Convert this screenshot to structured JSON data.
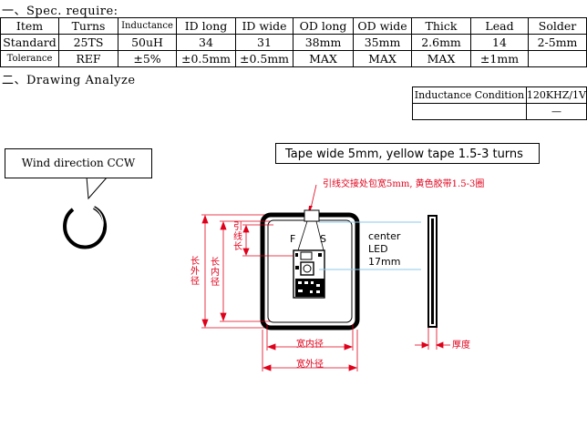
{
  "section1": "一、Spec. require:",
  "section2": "二、Drawing Analyze",
  "spec_table": {
    "headers": [
      "Item",
      "Turns",
      "Inductance",
      "ID long",
      "ID wide",
      "OD long",
      "OD wide",
      "Thick",
      "Lead",
      "Solder"
    ],
    "standard": [
      "Standard",
      "25TS",
      "50uH",
      "34",
      "31",
      "38mm",
      "35mm",
      "2.6mm",
      "14",
      "2-5mm"
    ],
    "tolerance": [
      "Tolerance",
      "REF",
      "±5%",
      "±0.5mm",
      "±0.5mm",
      "MAX",
      "MAX",
      "MAX",
      "±1mm",
      ""
    ]
  },
  "condition_table": {
    "label": "Inductance Condition",
    "value": "120KHZ/1V",
    "second_value": "—"
  },
  "drawing": {
    "wind_direction": "Wind direction CCW",
    "tape_note": "Tape wide 5mm, yellow tape 1.5-3 turns",
    "red_note": "引线交接处包宽5mm, 黄色胶带1.5-3圈",
    "pin_f": "F",
    "pin_s": "S",
    "led_note": [
      "center",
      "LED",
      "17mm"
    ],
    "lead_length": "引线长",
    "od_long_label": "长外径",
    "id_long_label": "长内径",
    "id_wide_label": "宽内径",
    "od_wide_label": "宽外径",
    "thickness_label": "厚度",
    "accent_red": "#e0001a",
    "accent_blue": "#8ec8e8"
  }
}
